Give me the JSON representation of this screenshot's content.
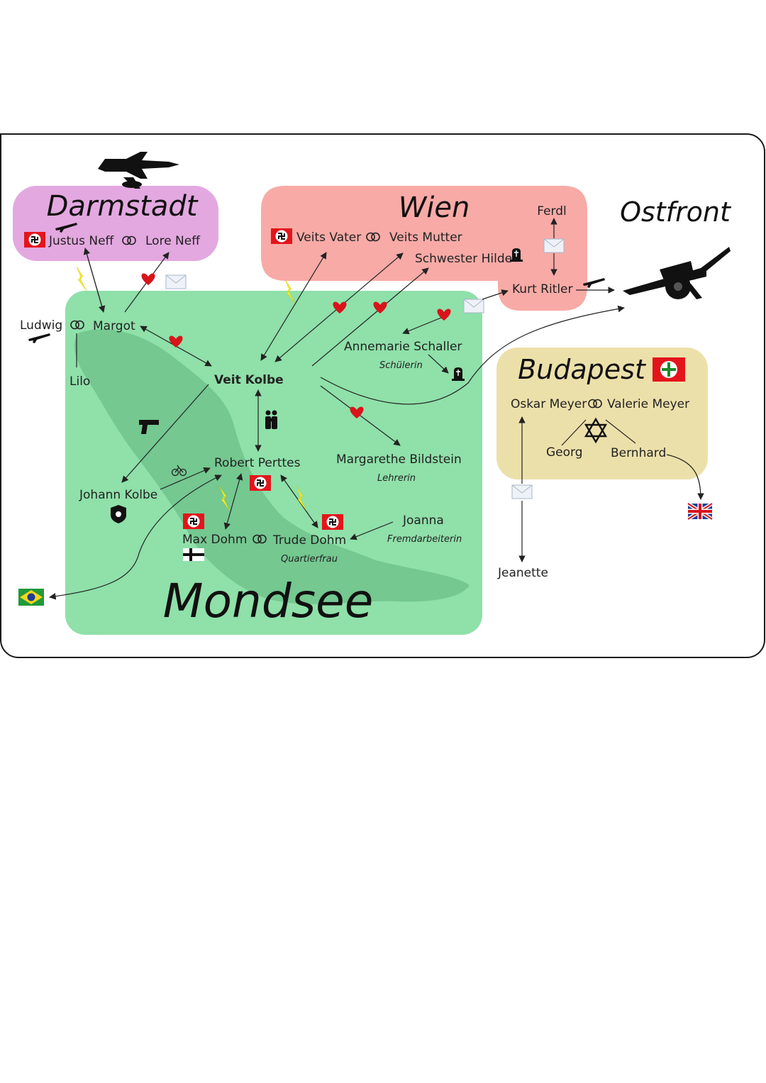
{
  "regions": {
    "darmstadt": "Darmstadt",
    "wien": "Wien",
    "ostfront": "Ostfront",
    "budapest": "Budapest",
    "mondsee": "Mondsee"
  },
  "people": {
    "justus_neff": "Justus Neff",
    "lore_neff": "Lore Neff",
    "veits_vater": "Veits Vater",
    "veits_mutter": "Veits Mutter",
    "schwester_hilde": "Schwester Hilde",
    "ferdl": "Ferdl",
    "kurt_ritler": "Kurt Ritler",
    "ludwig": "Ludwig",
    "margot": "Margot",
    "lilo": "Lilo",
    "veit_kolbe": "Veit Kolbe",
    "annemarie_schaller": "Annemarie Schaller",
    "annemarie_role": "Schülerin",
    "robert_perttes": "Robert Perttes",
    "margarethe_bildstein": "Margarethe Bildstein",
    "margarethe_role": "Lehrerin",
    "johann_kolbe": "Johann Kolbe",
    "joanna": "Joanna",
    "joanna_role": "Fremdarbeiterin",
    "max_dohm": "Max Dohm",
    "trude_dohm": "Trude Dohm",
    "trude_role": "Quartierfrau",
    "oskar_meyer": "Oskar Meyer",
    "valerie_meyer": "Valerie Meyer",
    "georg": "Georg",
    "bernhard": "Bernhard",
    "jeanette": "Jeanette"
  },
  "symbols": {
    "marriage": "ↀ"
  },
  "colors": {
    "darmstadt_fill": "#e3a8e0",
    "wien_fill": "#f8aaa6",
    "mondsee_fill": "#8fe0a9",
    "lake_fill": "#74c890",
    "budapest_fill": "#ece0aa",
    "heart": "#d8141a",
    "lightning": "#f2ee2a",
    "flag_red": "#e4141b"
  },
  "icons": [
    "fighter-jet-icon",
    "cannon-icon",
    "swastika-flag-icon",
    "heart-icon",
    "envelope-icon",
    "lightning-icon",
    "rifle-icon",
    "gravestone-icon",
    "pistol-icon",
    "bicycle-icon",
    "family-icon",
    "police-badge-icon",
    "iron-cross-icon",
    "star-of-david-icon",
    "arrow-cross-flag-icon",
    "brazil-flag-icon",
    "uk-flag-icon"
  ]
}
